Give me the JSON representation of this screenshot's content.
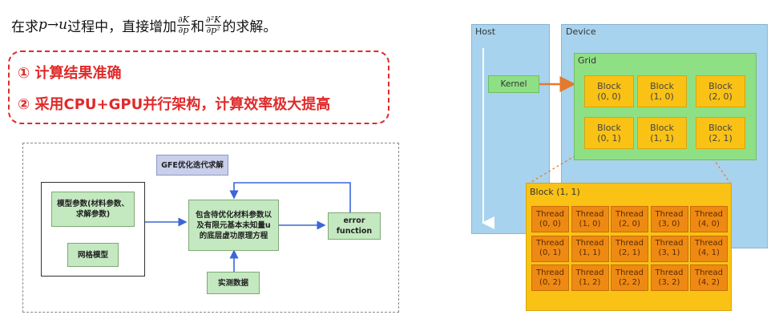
{
  "title": {
    "prefix": "在求",
    "var_p": "p",
    "arrow": " → ",
    "var_u": "u",
    "mid": "过程中，直接增加",
    "frac1_num": "∂K",
    "frac1_den": "∂p",
    "and": "和",
    "frac2_num": "∂²K",
    "frac2_den": "∂p²",
    "suffix": "的求解。"
  },
  "callout": {
    "line1": "① 计算结果准确",
    "line2": "② 采用CPU+GPU并行架构，计算效率极大提高"
  },
  "flow": {
    "top_label": "GFE优化迭代求解",
    "model_params": "模型参数(材料参数、求解参数)",
    "mesh_model": "网格模型",
    "center": "包含待优化材料参数以及有限元基本未知量u的底层虚功原理方程",
    "error_function": "error function",
    "measured_data": "实测数据"
  },
  "cuda": {
    "host_label": "Host",
    "device_label": "Device",
    "grid_label": "Grid",
    "kernel_label": "Kernel",
    "grid_blocks": [
      {
        "name": "Block",
        "idx": "(0, 0)"
      },
      {
        "name": "Block",
        "idx": "(1, 0)"
      },
      {
        "name": "Block",
        "idx": "(2, 0)"
      },
      {
        "name": "Block",
        "idx": "(0, 1)"
      },
      {
        "name": "Block",
        "idx": "(1, 1)"
      },
      {
        "name": "Block",
        "idx": "(2, 1)"
      }
    ],
    "block_detail_label": "Block (1, 1)",
    "threads": [
      {
        "name": "Thread",
        "idx": "(0, 0)"
      },
      {
        "name": "Thread",
        "idx": "(1, 0)"
      },
      {
        "name": "Thread",
        "idx": "(2, 0)"
      },
      {
        "name": "Thread",
        "idx": "(3, 0)"
      },
      {
        "name": "Thread",
        "idx": "(4, 0)"
      },
      {
        "name": "Thread",
        "idx": "(0, 1)"
      },
      {
        "name": "Thread",
        "idx": "(1, 1)"
      },
      {
        "name": "Thread",
        "idx": "(2, 1)"
      },
      {
        "name": "Thread",
        "idx": "(3, 1)"
      },
      {
        "name": "Thread",
        "idx": "(4, 1)"
      },
      {
        "name": "Thread",
        "idx": "(0, 2)"
      },
      {
        "name": "Thread",
        "idx": "(1, 2)"
      },
      {
        "name": "Thread",
        "idx": "(2, 2)"
      },
      {
        "name": "Thread",
        "idx": "(3, 2)"
      },
      {
        "name": "Thread",
        "idx": "(4, 2)"
      }
    ]
  },
  "colors": {
    "callout_red": "#e02a2a",
    "host_device_blue": "#a8d3ee",
    "grid_green": "#8fe085",
    "block_yellow": "#f9c215",
    "thread_orange": "#ee8a14",
    "flow_arrow_blue": "#3a66d8",
    "kernel_arrow_orange": "#e37a2e"
  }
}
